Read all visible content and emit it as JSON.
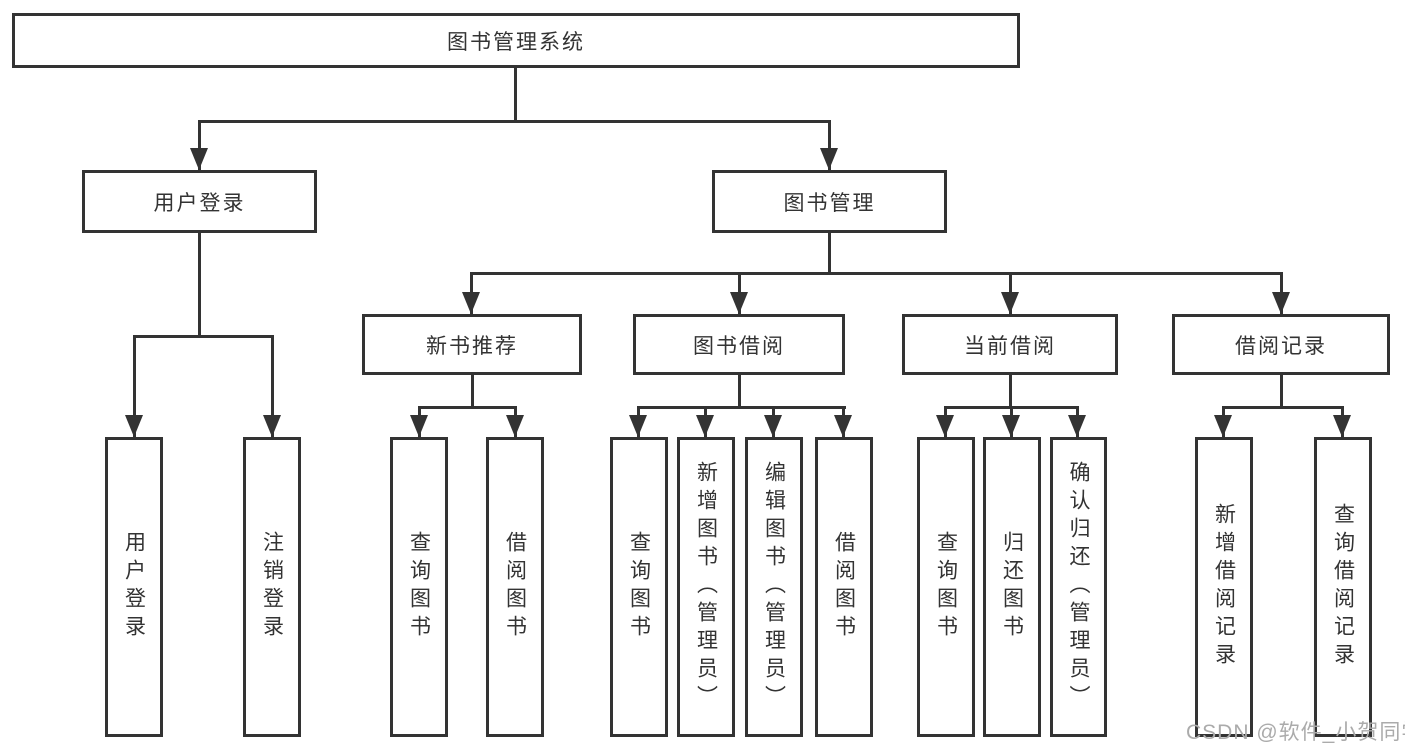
{
  "tree": {
    "root": {
      "label": "图书管理系统"
    },
    "level2": [
      {
        "label": "用户登录",
        "children": [
          {
            "label": "用户登录"
          },
          {
            "label": "注销登录"
          }
        ]
      },
      {
        "label": "图书管理",
        "children": [
          {
            "label": "新书推荐",
            "children": [
              {
                "label": "查询图书"
              },
              {
                "label": "借阅图书"
              }
            ]
          },
          {
            "label": "图书借阅",
            "children": [
              {
                "label": "查询图书"
              },
              {
                "label": "新增图书（管理员）"
              },
              {
                "label": "编辑图书（管理员）"
              },
              {
                "label": "借阅图书"
              }
            ]
          },
          {
            "label": "当前借阅",
            "children": [
              {
                "label": "查询图书"
              },
              {
                "label": "归还图书"
              },
              {
                "label": "确认归还（管理员）"
              }
            ]
          },
          {
            "label": "借阅记录",
            "children": [
              {
                "label": "新增借阅记录"
              },
              {
                "label": "查询借阅记录"
              }
            ]
          }
        ]
      }
    ]
  },
  "watermark": {
    "text": "CSDN @软件_小贺同学"
  },
  "colors": {
    "line": "#333333",
    "text": "#333333",
    "background": "#ffffff",
    "watermark": "#ababab"
  }
}
